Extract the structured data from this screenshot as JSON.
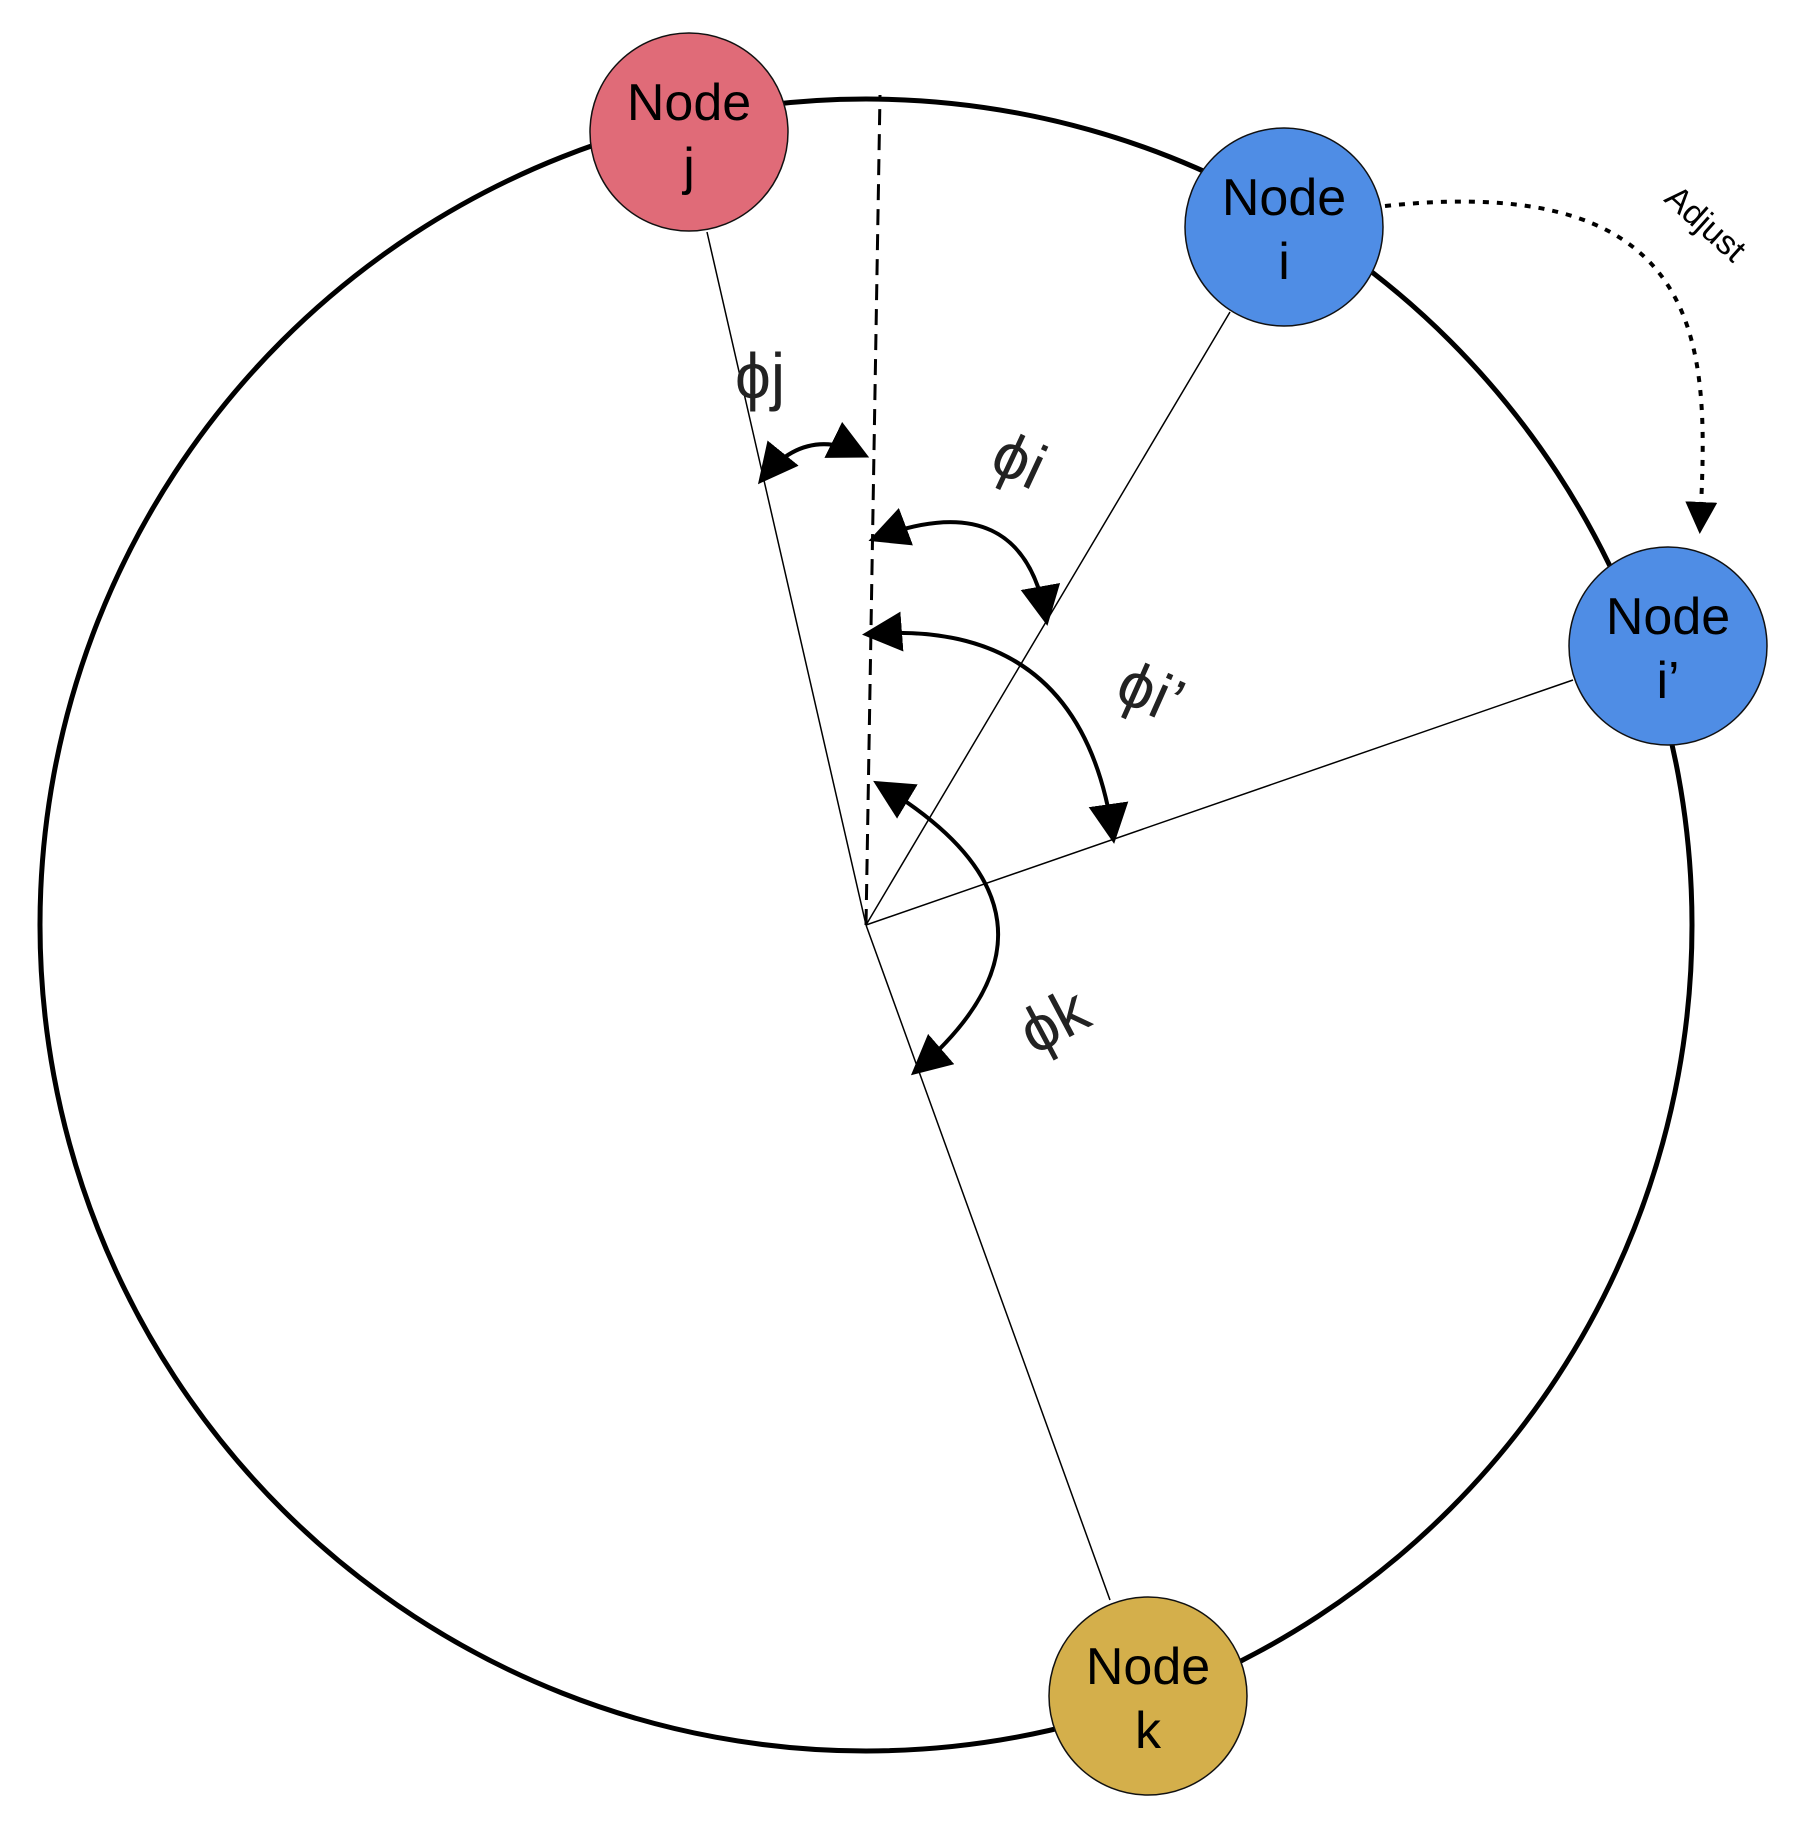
{
  "nodes": {
    "j": {
      "line1": "Node",
      "line2": "j",
      "color": "#E06B78"
    },
    "i": {
      "line1": "Node",
      "line2": "i",
      "color": "#4F8DE5"
    },
    "i_prime": {
      "line1": "Node",
      "line2": "i’",
      "color": "#4F8DE5"
    },
    "k": {
      "line1": "Node",
      "line2": "k",
      "color": "#D4AF4B"
    }
  },
  "angles": {
    "phi_j": "ϕj",
    "phi_i": "ϕi",
    "phi_i_prime": "ϕi’",
    "phi_k": "ϕk"
  },
  "adjust_label": "Adjust"
}
